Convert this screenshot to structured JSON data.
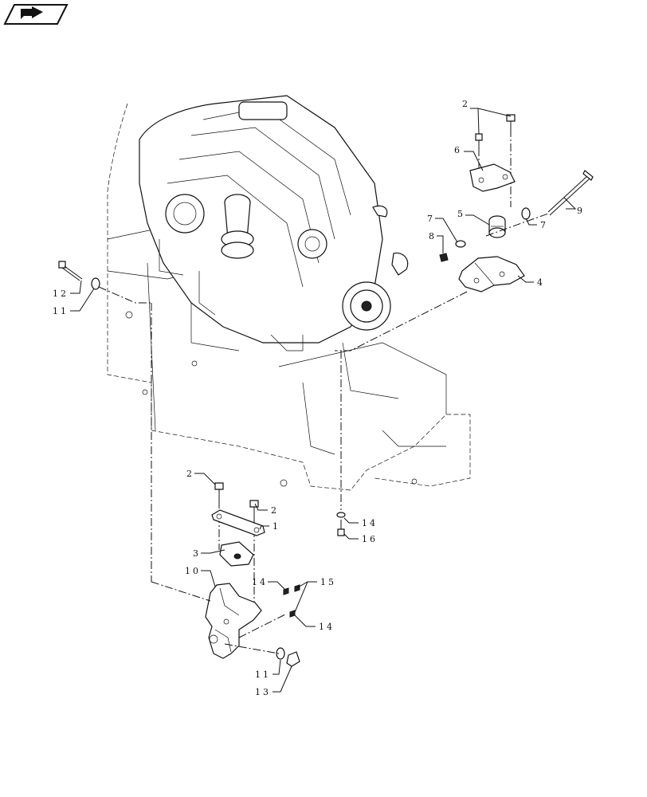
{
  "nav": {
    "icon": "page-turn-icon"
  },
  "callouts": [
    {
      "id": "c2a",
      "text": "2"
    },
    {
      "id": "c6",
      "text": "6"
    },
    {
      "id": "c5",
      "text": "5"
    },
    {
      "id": "c9",
      "text": "9"
    },
    {
      "id": "c7a",
      "text": "7"
    },
    {
      "id": "c7b",
      "text": "7"
    },
    {
      "id": "c8",
      "text": "8"
    },
    {
      "id": "c4",
      "text": "4"
    },
    {
      "id": "c12",
      "text": "12"
    },
    {
      "id": "c11a",
      "text": "11"
    },
    {
      "id": "c2b",
      "text": "2"
    },
    {
      "id": "c2c",
      "text": "2"
    },
    {
      "id": "c1",
      "text": "1"
    },
    {
      "id": "c14a",
      "text": "14"
    },
    {
      "id": "c16",
      "text": "16"
    },
    {
      "id": "c3",
      "text": "3"
    },
    {
      "id": "c10",
      "text": "10"
    },
    {
      "id": "c14b",
      "text": "14"
    },
    {
      "id": "c15",
      "text": "15"
    },
    {
      "id": "c14c",
      "text": "14"
    },
    {
      "id": "c11b",
      "text": "11"
    },
    {
      "id": "c13",
      "text": "13"
    }
  ]
}
